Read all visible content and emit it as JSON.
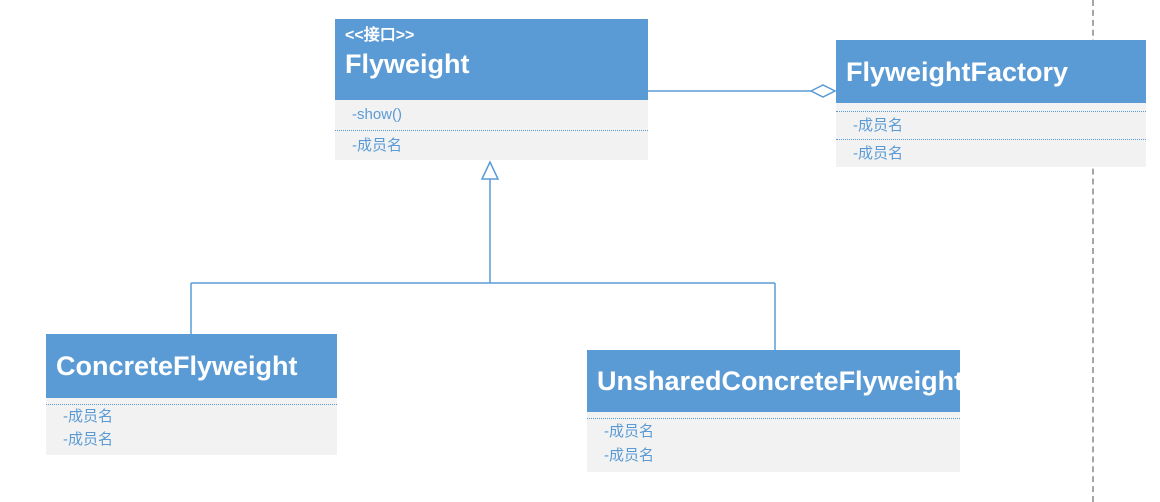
{
  "diagram": {
    "type": "uml-class-diagram",
    "classes": {
      "flyweight": {
        "stereotype": "<<接口>>",
        "name": "Flyweight",
        "members": [
          "-show()",
          "-成员名"
        ]
      },
      "flyweightFactory": {
        "name": "FlyweightFactory",
        "members": [
          "-成员名",
          "-成员名"
        ]
      },
      "concreteFlyweight": {
        "name": "ConcreteFlyweight",
        "members": [
          "-成员名",
          "-成员名"
        ]
      },
      "unsharedConcreteFlyweight": {
        "name": "UnsharedConcreteFlyweight",
        "members": [
          "-成员名",
          "-成员名"
        ]
      }
    },
    "relationships": [
      {
        "type": "aggregation",
        "from": "Flyweight",
        "to": "FlyweightFactory"
      },
      {
        "type": "inheritance",
        "from": "ConcreteFlyweight",
        "to": "Flyweight"
      },
      {
        "type": "inheritance",
        "from": "UnsharedConcreteFlyweight",
        "to": "Flyweight"
      }
    ],
    "colors": {
      "header_fill": "#5b9bd5",
      "body_fill": "#f2f2f2",
      "member_text": "#5b9bd5",
      "connector": "#5b9bd5",
      "page_break": "#a6a6a6"
    }
  }
}
